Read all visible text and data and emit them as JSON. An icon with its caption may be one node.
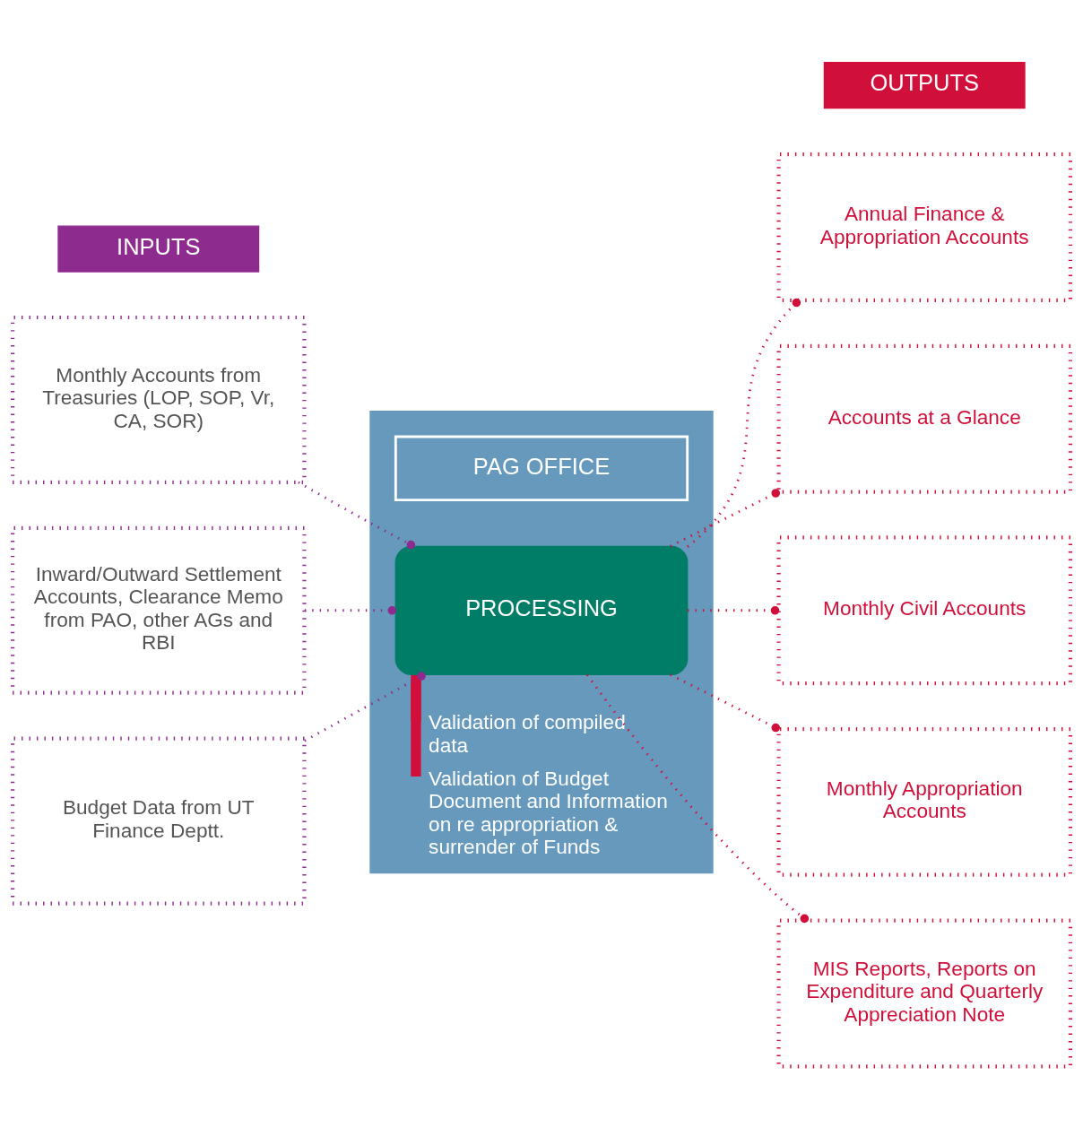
{
  "diagram": {
    "nodes": [
      {
        "text": [
          "INPUTS"
        ]
      },
      {
        "text": [
          "OUTPUTS"
        ]
      },
      {
        "text": [
          "Validation of compiled data",
          "Validation of Budget Document and Information on re appropriation & surrender of Funds"
        ]
      },
      {
        "text": [
          "PAG OFFICE"
        ],
        "in": 2
      },
      {
        "text": [
          "PROCESSING"
        ],
        "in": 2
      },
      {
        "text": [
          "Monthly Accounts from Treasuries (LOP, SOP, Vr, CA, SOR)"
        ]
      },
      {
        "text": [
          "Inward/Outward Settlement Accounts, Clearance Memo from PAO, other AGs and RBI"
        ]
      },
      {
        "text": [
          "Budget Data from UT Finance Deptt."
        ]
      },
      {
        "text": [
          "Annual Finance & Appropriation Accounts"
        ]
      },
      {
        "text": [
          "Accounts at a Glance"
        ]
      },
      {
        "text": [
          "Monthly Civil Accounts"
        ]
      },
      {
        "text": [
          "Monthly Appropriation Accounts"
        ]
      },
      {
        "text": [
          "MIS Reports, Reports on Expenditure and Quarterly Appreciation Note"
        ]
      }
    ],
    "edges": [
      {
        "from": 5,
        "to": 4,
        "arrow": "other",
        "style": "dashed",
        "color": "#8e2b8e"
      },
      {
        "from": 6,
        "to": 4,
        "arrow": "other",
        "style": "dashed",
        "color": "#8e2b8e"
      },
      {
        "from": 7,
        "to": 4,
        "arrow": "other",
        "style": "dashed",
        "color": "#8e2b8e"
      },
      {
        "from": 4,
        "to": 8,
        "arrow": "other",
        "style": "dashed"
      },
      {
        "from": 4,
        "to": 9,
        "arrow": "other",
        "style": "dashed"
      },
      {
        "from": 4,
        "to": 10,
        "arrow": "other",
        "style": "dashed"
      },
      {
        "from": 4,
        "to": 11,
        "arrow": "other",
        "style": "dashed"
      },
      {
        "from": 4,
        "to": 12,
        "arrow": "other",
        "style": "dashed"
      }
    ]
  }
}
